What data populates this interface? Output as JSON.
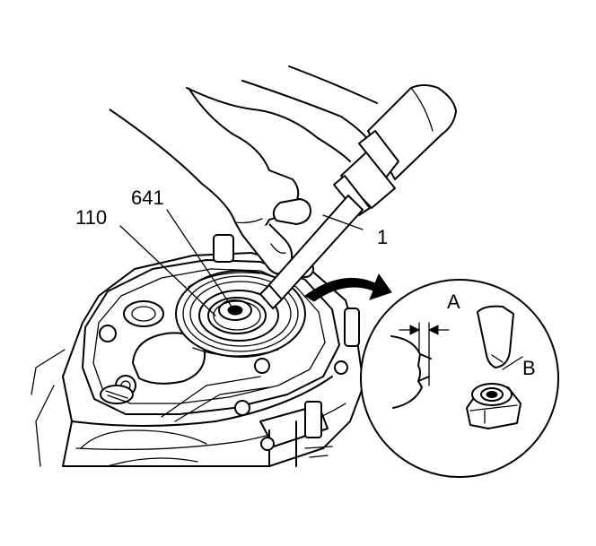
{
  "labels": {
    "tool": "1",
    "seal": "641",
    "bearing": "110",
    "gap": "A",
    "nut": "B"
  },
  "colors": {
    "ink": "#000000",
    "paper": "#ffffff"
  }
}
